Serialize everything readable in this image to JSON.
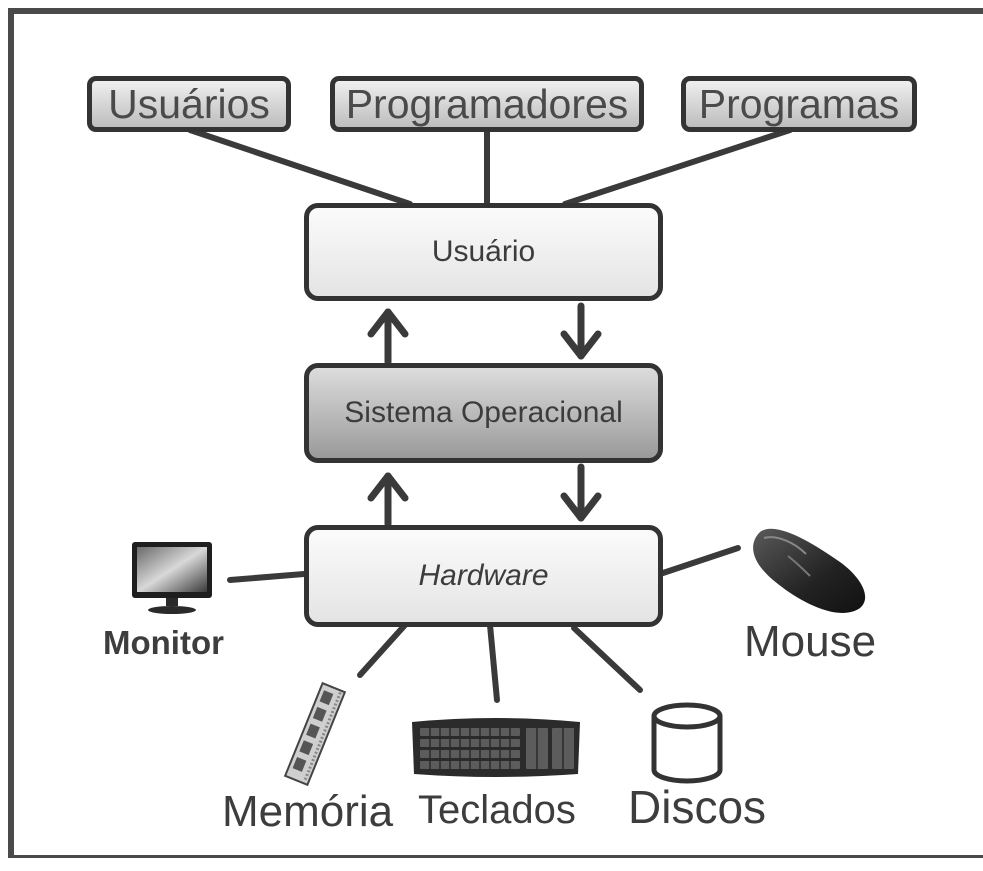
{
  "top_row": {
    "users_label": "Usuários",
    "programmers_label": "Programadores",
    "programs_label": "Programas"
  },
  "layers": {
    "user_layer": "Usuário",
    "os_layer": "Sistema Operacional",
    "hardware_layer": "Hardware"
  },
  "devices": {
    "monitor": "Monitor",
    "mouse": "Mouse",
    "memory": "Memória",
    "keyboards": "Teclados",
    "disks": "Discos"
  },
  "icons": [
    "monitor-icon",
    "mouse-icon",
    "memory-module-icon",
    "keyboard-icon",
    "disk-cylinder-icon"
  ]
}
